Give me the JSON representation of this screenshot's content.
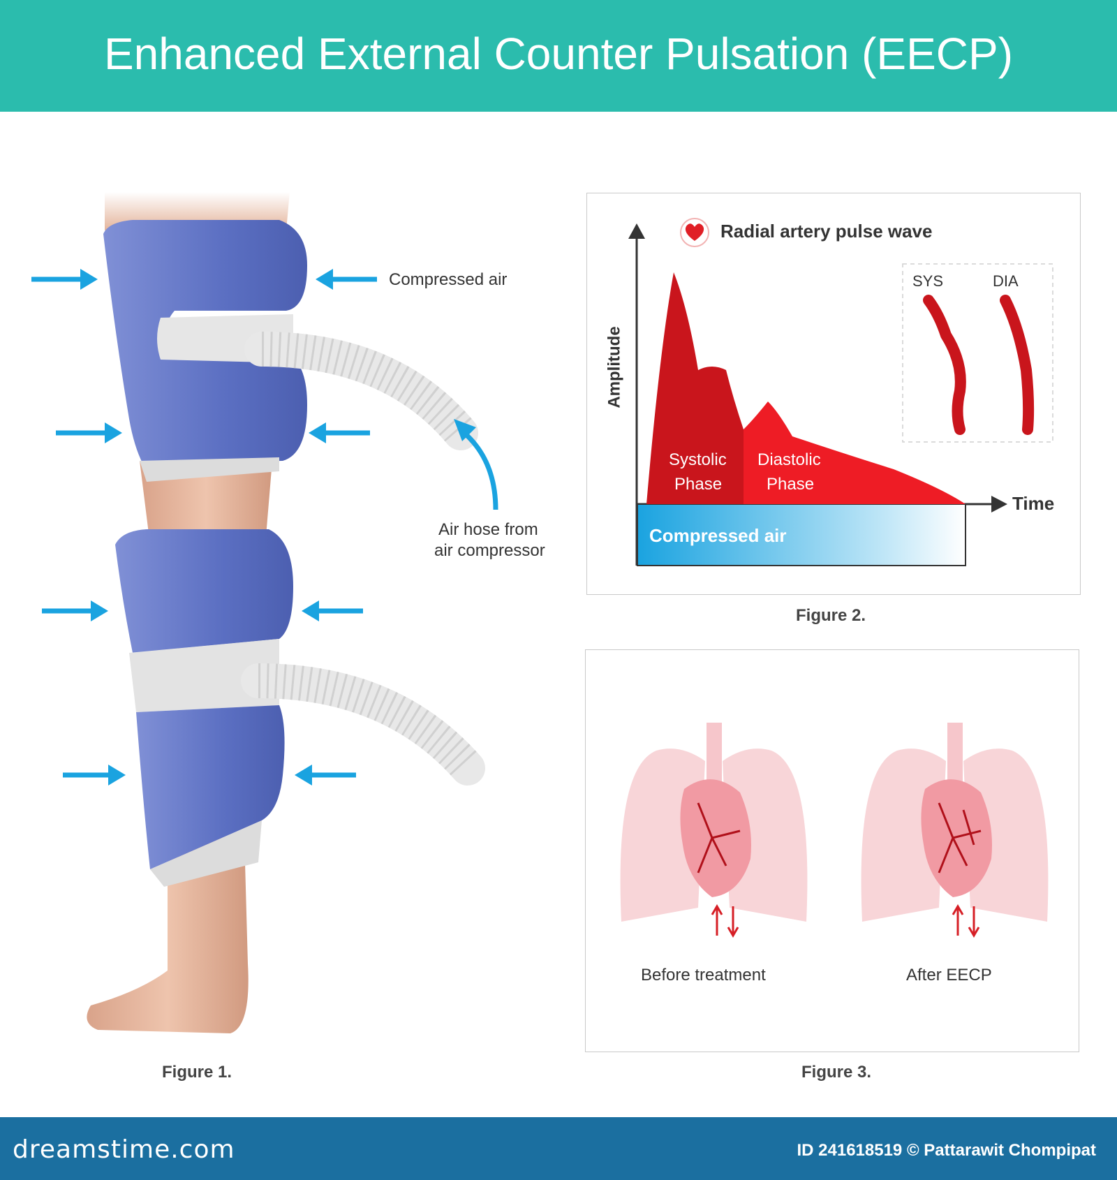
{
  "header": {
    "title": "Enhanced External Counter Pulsation (EECP)"
  },
  "figure1": {
    "label_compressed_air": "Compressed air",
    "label_air_hose_line1": "Air hose from",
    "label_air_hose_line2": "air compressor",
    "caption": "Figure 1."
  },
  "figure2": {
    "title": "Radial artery pulse wave",
    "y_axis_label": "Amplitude",
    "x_axis_label": "Time",
    "inset_sys": "SYS",
    "inset_dia": "DIA",
    "systolic_line1": "Systolic",
    "systolic_line2": "Phase",
    "diastolic_line1": "Diastolic",
    "diastolic_line2": "Phase",
    "compressed_air": "Compressed air",
    "caption": "Figure 2."
  },
  "figure3": {
    "before_label": "Before treatment",
    "after_label": "After EECP",
    "caption": "Figure 3."
  },
  "footer": {
    "brand": "dreamstime.com",
    "credit": "ID 241618519 © Pattarawit Chompipat"
  },
  "colors": {
    "banner": "#2bbcad",
    "cuff": "#5b6fc2",
    "arrow": "#1aa3e0",
    "pulse_red": "#e01f26",
    "footer": "#1b6fa0"
  },
  "icons": [
    "heart-icon",
    "arrow-icon"
  ]
}
